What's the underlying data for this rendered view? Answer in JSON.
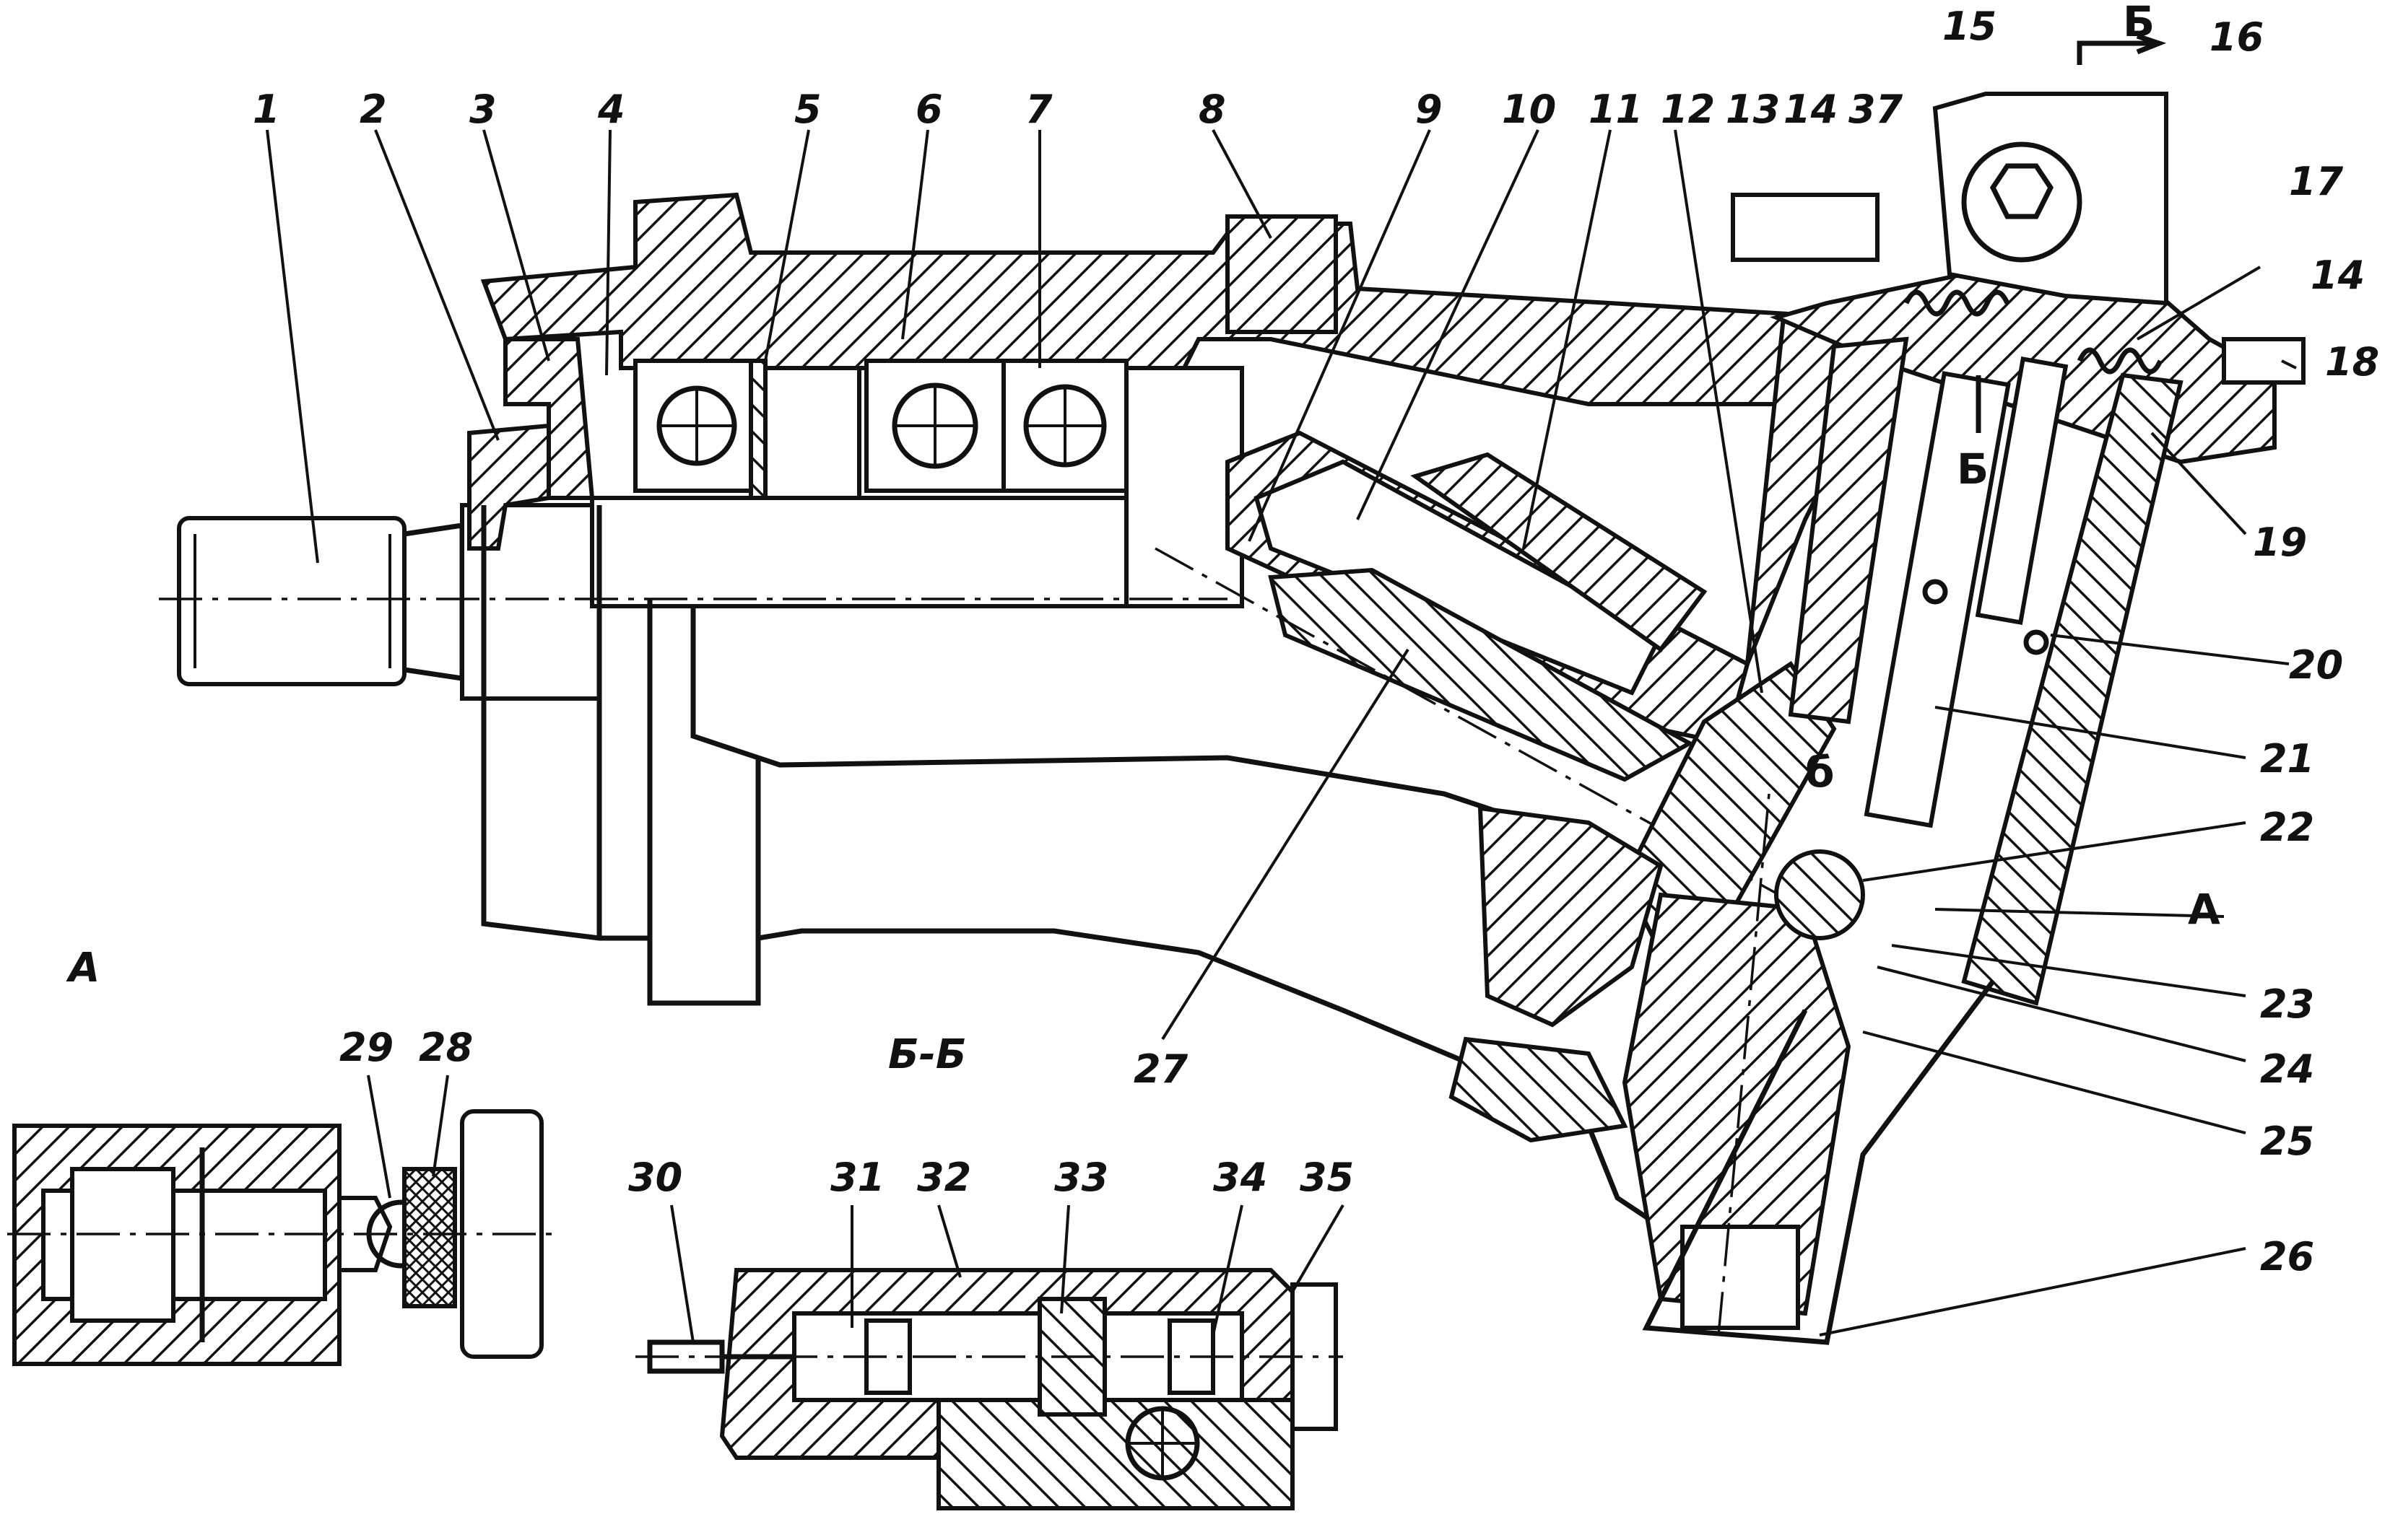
{
  "labels": {
    "p1": "1",
    "p2": "2",
    "p3": "3",
    "p4": "4",
    "p5": "5",
    "p6": "6",
    "p7": "7",
    "p8": "8",
    "p9": "9",
    "p10": "10",
    "p11": "11",
    "p12": "12",
    "p13": "13",
    "p14a": "14",
    "p37": "37",
    "p15": "15",
    "p16": "16",
    "p17": "17",
    "p14b": "14",
    "p18": "18",
    "p19": "19",
    "p20": "20",
    "p21": "21",
    "p22": "22",
    "p23": "23",
    "p24": "24",
    "p25": "25",
    "p26": "26",
    "p27": "27",
    "p28": "28",
    "p29": "29",
    "p30": "30",
    "p31": "31",
    "p32": "32",
    "p33": "33",
    "p34": "34",
    "p35": "35"
  },
  "section_marks": {
    "section_b_top": "Б",
    "section_b_mid": "Б",
    "section_b_inner": "б",
    "view_a_arrow": "А",
    "view_a_title": "А",
    "section_bb_title": "Б-Б"
  }
}
